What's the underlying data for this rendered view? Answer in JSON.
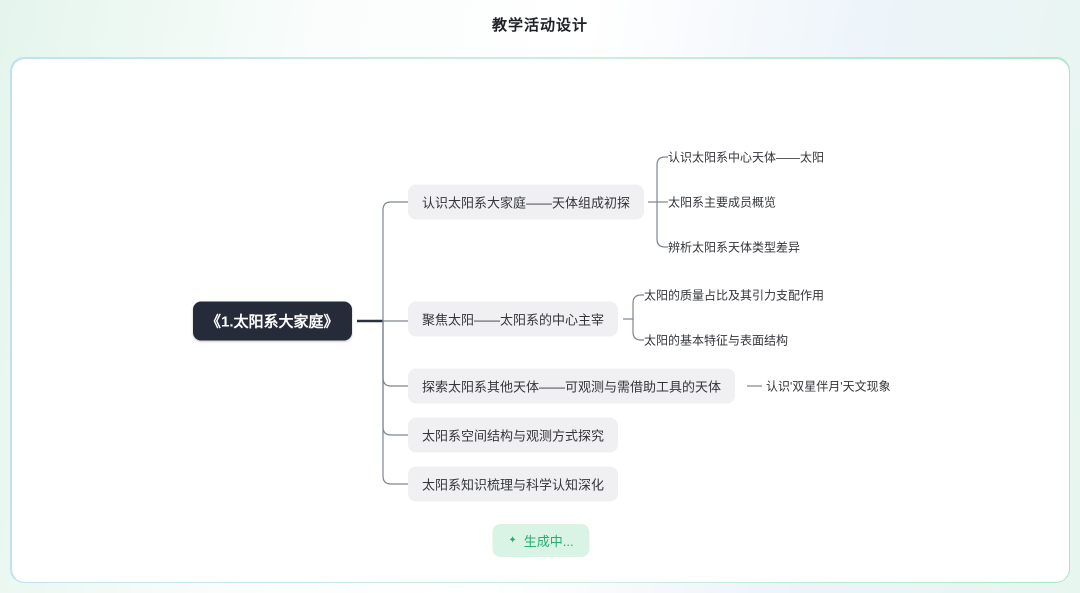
{
  "page": {
    "title": "教学活动设计"
  },
  "mindmap": {
    "root": {
      "label": "《1.太阳系大家庭》"
    },
    "branches": [
      {
        "label": "认识太阳系大家庭——天体组成初探",
        "children": [
          "认识太阳系中心天体——太阳",
          "太阳系主要成员概览",
          "辨析太阳系天体类型差异"
        ]
      },
      {
        "label": "聚焦太阳——太阳系的中心主宰",
        "children": [
          "太阳的质量占比及其引力支配作用",
          "太阳的基本特征与表面结构"
        ]
      },
      {
        "label": "探索太阳系其他天体——可观测与需借助工具的天体",
        "children": [
          "认识'双星伴月'天文现象"
        ]
      },
      {
        "label": "太阳系空间结构与观测方式探究",
        "children": []
      },
      {
        "label": "太阳系知识梳理与科学认知深化",
        "children": []
      }
    ]
  },
  "status": {
    "label": "生成中...",
    "icon": "sparkle-icon"
  },
  "colors": {
    "root_bg": "#262b3a",
    "root_text": "#ffffff",
    "node_bg": "#f0f0f2",
    "node_text": "#33353a",
    "line": "#7d8492",
    "root_line": "#2b3040",
    "badge_bg": "#d9f4e5",
    "badge_text": "#27ae6f",
    "panel_bg": "#ffffff"
  }
}
